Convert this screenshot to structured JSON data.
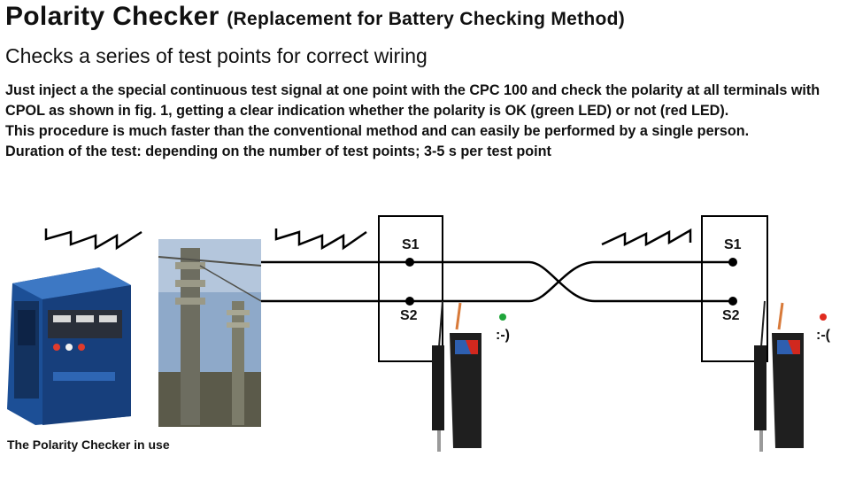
{
  "header": {
    "title": "Polarity Checker",
    "title_note": "(Replacement for Battery Checking Method)",
    "subtitle": "Checks a series of test points for correct wiring"
  },
  "body": {
    "paragraph1": "Just inject a the special continuous test signal at one point with the CPC 100 and check the polarity at all terminals with CPOL as shown in fig. 1, getting a clear indication whether the polarity is OK (green LED) or not (red LED).",
    "paragraph2": "This procedure is much faster than the conventional method and can easily be performed by a single person.",
    "paragraph3": "Duration of the test: depending on the number of test points; 3-5 s per test point"
  },
  "photo_caption": "The Polarity Checker in use",
  "diagram": {
    "left_box": {
      "s1": "S1",
      "s2": "S2",
      "face": ":-)",
      "led_color": "#1fa53a"
    },
    "right_box": {
      "s1": "S1",
      "s2": "S2",
      "face": ":-(",
      "led_color": "#e02a1e"
    }
  },
  "colors": {
    "device_blue": "#2a5fa8",
    "wire": "#000000"
  }
}
